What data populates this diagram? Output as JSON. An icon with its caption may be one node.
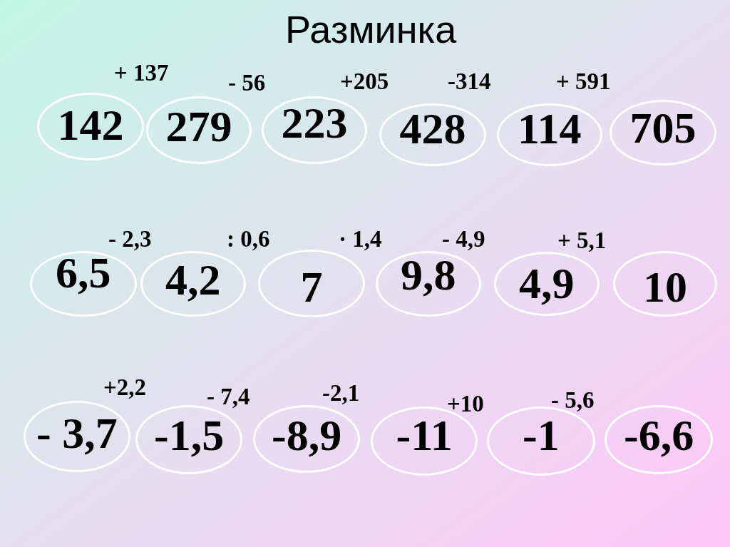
{
  "diagram": {
    "title": "Разминка",
    "nodes": [
      {
        "text": [
          "142"
        ]
      },
      {
        "text": [
          "279"
        ]
      },
      {
        "text": [
          "223"
        ]
      },
      {
        "text": [
          "428"
        ]
      },
      {
        "text": [
          "114"
        ]
      },
      {
        "text": [
          "705"
        ]
      },
      {
        "text": [
          "6,5"
        ]
      },
      {
        "text": [
          "4,2"
        ]
      },
      {
        "text": [
          "7"
        ]
      },
      {
        "text": [
          "9,8"
        ]
      },
      {
        "text": [
          "4,9"
        ]
      },
      {
        "text": [
          "10"
        ]
      },
      {
        "text": [
          "- 3,7"
        ]
      },
      {
        "text": [
          "-1,5"
        ]
      },
      {
        "text": [
          "-8,9"
        ]
      },
      {
        "text": [
          "-11"
        ]
      },
      {
        "text": [
          "-1"
        ]
      },
      {
        "text": [
          "-6,6"
        ]
      }
    ],
    "labels": [
      "+ 137",
      "- 56",
      "+205",
      "-314",
      "+ 591",
      "- 2,3",
      ": 0,6",
      "· 1,4",
      "- 4,9",
      "+ 5,1",
      "+2,2",
      "- 7,4",
      "-2,1",
      "+10",
      "- 5,6"
    ]
  }
}
